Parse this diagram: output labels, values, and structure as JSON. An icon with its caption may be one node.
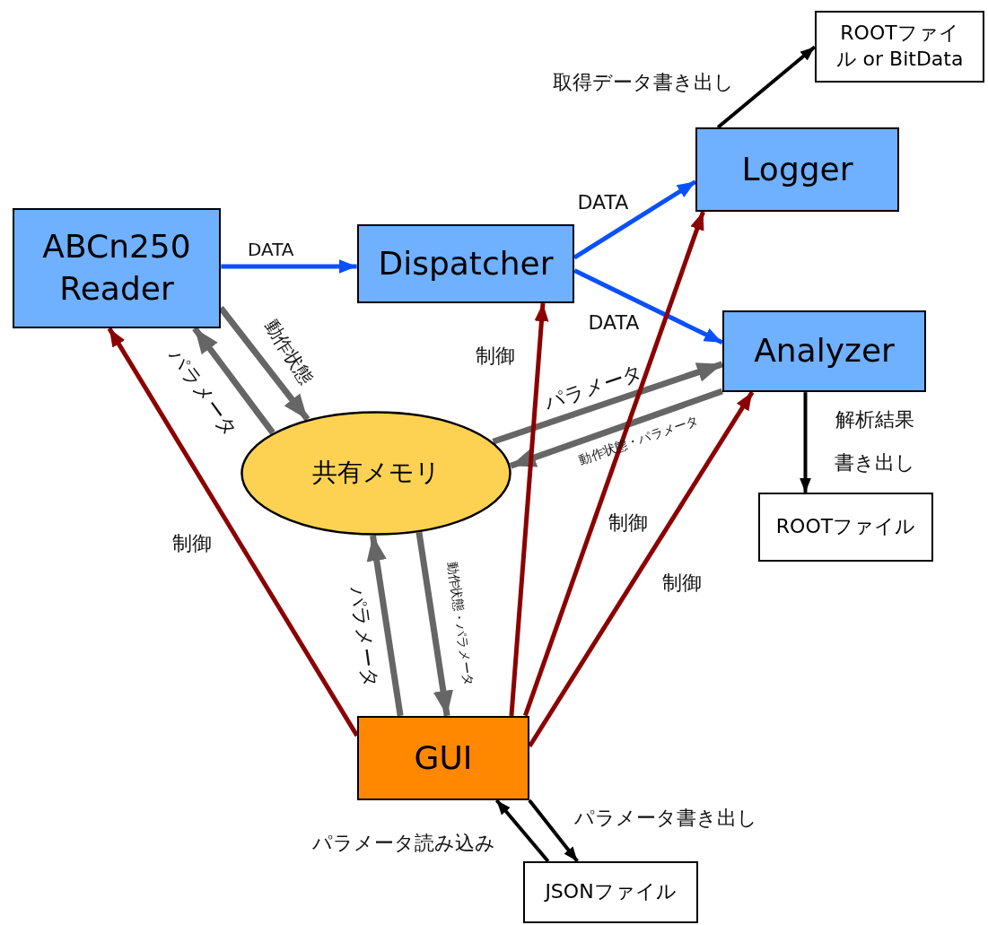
{
  "diagram": {
    "nodes": [
      {
        "text": [
          "ABCn250 Reader"
        ]
      },
      {
        "text": [
          "Dispatcher"
        ]
      },
      {
        "text": [
          "Logger"
        ]
      },
      {
        "text": [
          "Analyzer"
        ]
      },
      {
        "text": [
          "共有メモリ"
        ]
      },
      {
        "text": [
          "GUI"
        ]
      },
      {
        "text": [
          "ROOTファイル or BitData"
        ]
      },
      {
        "text": [
          "ROOTファイル"
        ]
      },
      {
        "text": [
          "JSONファイル"
        ]
      }
    ],
    "edges": [
      {
        "from": 0,
        "to": 1,
        "arrow": "to",
        "label": "DATA",
        "color": "#0a50ff"
      },
      {
        "from": 1,
        "to": 2,
        "arrow": "to",
        "label": "DATA",
        "color": "#0a50ff"
      },
      {
        "from": 1,
        "to": 3,
        "arrow": "to",
        "label": "DATA",
        "color": "#0a50ff"
      },
      {
        "from": 2,
        "to": 6,
        "arrow": "to",
        "label": "取得データ書き出し",
        "color": "#000000"
      },
      {
        "from": 3,
        "to": 7,
        "arrow": "to",
        "label": "解析結果書き出し",
        "color": "#000000"
      },
      {
        "from": 0,
        "to": 4,
        "arrow": "to",
        "label": "動作状態"
      },
      {
        "from": 4,
        "to": 0,
        "arrow": "to",
        "label": "パラメータ"
      },
      {
        "from": 4,
        "to": 3,
        "arrow": "to",
        "label": "パラメータ"
      },
      {
        "from": 3,
        "to": 4,
        "arrow": "to",
        "label": "動作状態・パラメータ"
      },
      {
        "from": 5,
        "to": 4,
        "arrow": "to",
        "label": "パラメータ"
      },
      {
        "from": 4,
        "to": 5,
        "arrow": "to",
        "label": "動作状態・パラメータ"
      },
      {
        "from": 5,
        "to": 0,
        "arrow": "to",
        "label": "制御",
        "color": "#8b0000"
      },
      {
        "from": 5,
        "to": 1,
        "arrow": "to",
        "label": "制御",
        "color": "#8b0000"
      },
      {
        "from": 5,
        "to": 2,
        "arrow": "to",
        "label": "制御",
        "color": "#8b0000"
      },
      {
        "from": 5,
        "to": 3,
        "arrow": "to",
        "label": "制御",
        "color": "#8b0000"
      },
      {
        "from": 8,
        "to": 5,
        "arrow": "to",
        "label": "パラメータ読み込み",
        "color": "#000000"
      },
      {
        "from": 5,
        "to": 8,
        "arrow": "to",
        "label": "パラメータ書き出し",
        "color": "#000000"
      }
    ]
  }
}
